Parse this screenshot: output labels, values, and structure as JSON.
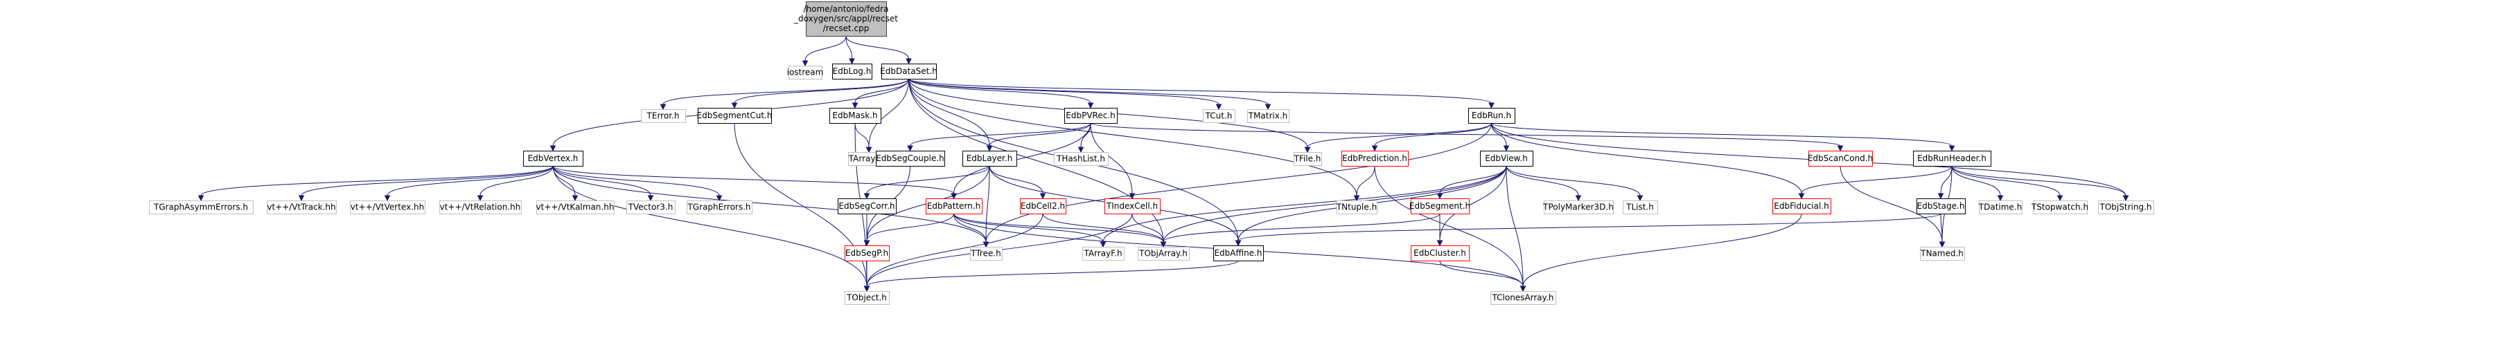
{
  "colors": {
    "root_fill": "#bfbfbf",
    "root_stroke": "#404040",
    "documented_stroke": "#000000",
    "missing_stroke": "#ff0000",
    "external_stroke": "#bfbfbf",
    "text": "#000000",
    "edge": "#191970"
  },
  "nodes": [
    {
      "id": "root",
      "kind": "root",
      "label": [
        "/home/antonio/fedra",
        "_doxygen/src/appl/recset",
        "/recset.cpp"
      ]
    },
    {
      "id": "iostream",
      "kind": "external",
      "label": [
        "iostream"
      ]
    },
    {
      "id": "EdbLog",
      "kind": "documented",
      "label": [
        "EdbLog.h"
      ]
    },
    {
      "id": "EdbDataSet",
      "kind": "documented",
      "label": [
        "EdbDataSet.h"
      ]
    },
    {
      "id": "TError",
      "kind": "external",
      "label": [
        "TError.h"
      ]
    },
    {
      "id": "EdbSegmentCut",
      "kind": "documented",
      "label": [
        "EdbSegmentCut.h"
      ]
    },
    {
      "id": "EdbMask",
      "kind": "documented",
      "label": [
        "EdbMask.h"
      ]
    },
    {
      "id": "EdbPVRec",
      "kind": "documented",
      "label": [
        "EdbPVRec.h"
      ]
    },
    {
      "id": "TCut",
      "kind": "external",
      "label": [
        "TCut.h"
      ]
    },
    {
      "id": "TMatrix",
      "kind": "external",
      "label": [
        "TMatrix.h"
      ]
    },
    {
      "id": "EdbRun",
      "kind": "documented",
      "label": [
        "EdbRun.h"
      ]
    },
    {
      "id": "EdbVertex",
      "kind": "documented",
      "label": [
        "EdbVertex.h"
      ]
    },
    {
      "id": "TArrayC",
      "kind": "external",
      "label": [
        "TArrayC.h"
      ]
    },
    {
      "id": "EdbSegCouple",
      "kind": "documented",
      "label": [
        "EdbSegCouple.h"
      ]
    },
    {
      "id": "EdbLayer",
      "kind": "documented",
      "label": [
        "EdbLayer.h"
      ]
    },
    {
      "id": "THashList",
      "kind": "external",
      "label": [
        "THashList.h"
      ]
    },
    {
      "id": "TFile",
      "kind": "external",
      "label": [
        "TFile.h"
      ]
    },
    {
      "id": "EdbPrediction",
      "kind": "missing",
      "label": [
        "EdbPrediction.h"
      ]
    },
    {
      "id": "EdbView",
      "kind": "documented",
      "label": [
        "EdbView.h"
      ]
    },
    {
      "id": "EdbScanCond",
      "kind": "missing",
      "label": [
        "EdbScanCond.h"
      ]
    },
    {
      "id": "EdbRunHeader",
      "kind": "documented",
      "label": [
        "EdbRunHeader.h"
      ]
    },
    {
      "id": "TGraphAsymmErrors",
      "kind": "external",
      "label": [
        "TGraphAsymmErrors.h"
      ]
    },
    {
      "id": "VtTrack",
      "kind": "external",
      "label": [
        "vt++/VtTrack.hh"
      ]
    },
    {
      "id": "VtVertex",
      "kind": "external",
      "label": [
        "vt++/VtVertex.hh"
      ]
    },
    {
      "id": "VtRelation",
      "kind": "external",
      "label": [
        "vt++/VtRelation.hh"
      ]
    },
    {
      "id": "VtKalman",
      "kind": "external",
      "label": [
        "vt++/VtKalman.hh"
      ]
    },
    {
      "id": "TVector3",
      "kind": "external",
      "label": [
        "TVector3.h"
      ]
    },
    {
      "id": "TGraphErrors",
      "kind": "external",
      "label": [
        "TGraphErrors.h"
      ]
    },
    {
      "id": "EdbSegCorr",
      "kind": "documented",
      "label": [
        "EdbSegCorr.h"
      ]
    },
    {
      "id": "EdbPattern",
      "kind": "missing",
      "label": [
        "EdbPattern.h"
      ]
    },
    {
      "id": "EdbCell2",
      "kind": "missing",
      "label": [
        "EdbCell2.h"
      ]
    },
    {
      "id": "TIndexCell",
      "kind": "missing",
      "label": [
        "TIndexCell.h"
      ]
    },
    {
      "id": "TNtuple",
      "kind": "external",
      "label": [
        "TNtuple.h"
      ]
    },
    {
      "id": "EdbSegment",
      "kind": "missing",
      "label": [
        "EdbSegment.h"
      ]
    },
    {
      "id": "TPolyMarker3D",
      "kind": "external",
      "label": [
        "TPolyMarker3D.h"
      ]
    },
    {
      "id": "TList",
      "kind": "external",
      "label": [
        "TList.h"
      ]
    },
    {
      "id": "EdbFiducial",
      "kind": "missing",
      "label": [
        "EdbFiducial.h"
      ]
    },
    {
      "id": "EdbStage",
      "kind": "documented",
      "label": [
        "EdbStage.h"
      ]
    },
    {
      "id": "TDatime",
      "kind": "external",
      "label": [
        "TDatime.h"
      ]
    },
    {
      "id": "TStopwatch",
      "kind": "external",
      "label": [
        "TStopwatch.h"
      ]
    },
    {
      "id": "TObjString",
      "kind": "external",
      "label": [
        "TObjString.h"
      ]
    },
    {
      "id": "EdbSegP",
      "kind": "missing",
      "label": [
        "EdbSegP.h"
      ]
    },
    {
      "id": "TTree",
      "kind": "external",
      "label": [
        "TTree.h"
      ]
    },
    {
      "id": "TArrayF",
      "kind": "external",
      "label": [
        "TArrayF.h"
      ]
    },
    {
      "id": "TObjArray",
      "kind": "external",
      "label": [
        "TObjArray.h"
      ]
    },
    {
      "id": "EdbAffine",
      "kind": "documented",
      "label": [
        "EdbAffine.h"
      ]
    },
    {
      "id": "EdbCluster",
      "kind": "missing",
      "label": [
        "EdbCluster.h"
      ]
    },
    {
      "id": "TNamed",
      "kind": "external",
      "label": [
        "TNamed.h"
      ]
    },
    {
      "id": "TObject",
      "kind": "external",
      "label": [
        "TObject.h"
      ]
    },
    {
      "id": "TClonesArray",
      "kind": "external",
      "label": [
        "TClonesArray.h"
      ]
    }
  ],
  "edges": [
    [
      "root",
      "iostream"
    ],
    [
      "root",
      "EdbLog"
    ],
    [
      "root",
      "EdbDataSet"
    ],
    [
      "EdbDataSet",
      "TError"
    ],
    [
      "EdbDataSet",
      "EdbSegmentCut"
    ],
    [
      "EdbDataSet",
      "EdbMask"
    ],
    [
      "EdbDataSet",
      "EdbPVRec"
    ],
    [
      "EdbDataSet",
      "TCut"
    ],
    [
      "EdbDataSet",
      "TMatrix"
    ],
    [
      "EdbDataSet",
      "EdbRun"
    ],
    [
      "EdbDataSet",
      "EdbVertex"
    ],
    [
      "EdbDataSet",
      "TArrayC"
    ],
    [
      "EdbDataSet",
      "EdbLayer"
    ],
    [
      "EdbDataSet",
      "TFile"
    ],
    [
      "EdbDataSet",
      "TNtuple"
    ],
    [
      "EdbDataSet",
      "TObjArray"
    ],
    [
      "EdbDataSet",
      "EdbAffine"
    ],
    [
      "EdbSegmentCut",
      "TObject"
    ],
    [
      "EdbMask",
      "TArrayC"
    ],
    [
      "EdbMask",
      "TObject"
    ],
    [
      "EdbPVRec",
      "EdbSegCouple"
    ],
    [
      "EdbPVRec",
      "EdbLayer"
    ],
    [
      "EdbPVRec",
      "THashList"
    ],
    [
      "EdbPVRec",
      "EdbPattern"
    ],
    [
      "EdbPVRec",
      "TIndexCell"
    ],
    [
      "EdbPVRec",
      "EdbScanCond"
    ],
    [
      "EdbRun",
      "TFile"
    ],
    [
      "EdbRun",
      "EdbPrediction"
    ],
    [
      "EdbRun",
      "EdbView"
    ],
    [
      "EdbRun",
      "EdbRunHeader"
    ],
    [
      "EdbRun",
      "TObjString"
    ],
    [
      "EdbRun",
      "TTree"
    ],
    [
      "EdbRun",
      "EdbFiducial"
    ],
    [
      "EdbVertex",
      "TGraphAsymmErrors"
    ],
    [
      "EdbVertex",
      "VtTrack"
    ],
    [
      "EdbVertex",
      "VtVertex"
    ],
    [
      "EdbVertex",
      "VtRelation"
    ],
    [
      "EdbVertex",
      "VtKalman"
    ],
    [
      "EdbVertex",
      "TVector3"
    ],
    [
      "EdbVertex",
      "TGraphErrors"
    ],
    [
      "EdbVertex",
      "EdbPattern"
    ],
    [
      "EdbVertex",
      "TObject"
    ],
    [
      "EdbVertex",
      "TTree"
    ],
    [
      "EdbSegCouple",
      "EdbSegP"
    ],
    [
      "EdbLayer",
      "EdbSegCorr"
    ],
    [
      "EdbLayer",
      "EdbCell2"
    ],
    [
      "EdbLayer",
      "EdbAffine"
    ],
    [
      "EdbLayer",
      "EdbSegP"
    ],
    [
      "EdbLayer",
      "TTree"
    ],
    [
      "EdbSegCorr",
      "EdbSegP"
    ],
    [
      "EdbSegCorr",
      "TObject"
    ],
    [
      "EdbPattern",
      "EdbSegP"
    ],
    [
      "EdbPattern",
      "TTree"
    ],
    [
      "EdbPattern",
      "TArrayF"
    ],
    [
      "EdbPattern",
      "TObjArray"
    ],
    [
      "EdbPattern",
      "TClonesArray"
    ],
    [
      "EdbCell2",
      "TObjArray"
    ],
    [
      "EdbCell2",
      "TObject"
    ],
    [
      "TIndexCell",
      "TObjArray"
    ],
    [
      "TIndexCell",
      "TObject"
    ],
    [
      "EdbPrediction",
      "TNtuple"
    ],
    [
      "EdbPrediction",
      "TClonesArray"
    ],
    [
      "EdbView",
      "EdbSegment"
    ],
    [
      "EdbView",
      "EdbCluster"
    ],
    [
      "EdbView",
      "TPolyMarker3D"
    ],
    [
      "EdbView",
      "TList"
    ],
    [
      "EdbView",
      "TObjArray"
    ],
    [
      "EdbView",
      "EdbAffine"
    ],
    [
      "EdbView",
      "TClonesArray"
    ],
    [
      "EdbView",
      "TArrayF"
    ],
    [
      "EdbSegment",
      "EdbCluster"
    ],
    [
      "EdbSegment",
      "TObjArray"
    ],
    [
      "EdbCluster",
      "TClonesArray"
    ],
    [
      "EdbScanCond",
      "TNamed"
    ],
    [
      "EdbRunHeader",
      "EdbFiducial"
    ],
    [
      "EdbRunHeader",
      "EdbStage"
    ],
    [
      "EdbRunHeader",
      "TDatime"
    ],
    [
      "EdbRunHeader",
      "TStopwatch"
    ],
    [
      "EdbRunHeader",
      "TObjString"
    ],
    [
      "EdbRunHeader",
      "TNamed"
    ],
    [
      "EdbFiducial",
      "TClonesArray"
    ],
    [
      "EdbStage",
      "TNamed"
    ],
    [
      "EdbStage",
      "EdbAffine"
    ],
    [
      "EdbAffine",
      "TObject"
    ]
  ]
}
